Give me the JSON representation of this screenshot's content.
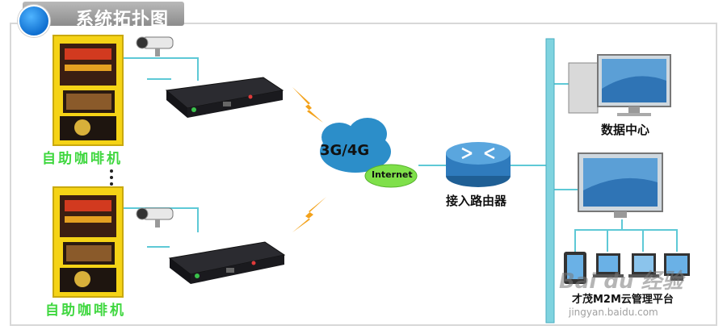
{
  "title": "系统拓扑图",
  "nodes": {
    "vending_top": "自助咖啡机",
    "vending_bottom": "自助咖啡机",
    "cloud_primary": "3G/4G",
    "cloud_secondary": "Internet",
    "router": "接入路由器",
    "data_center": "数据中心",
    "platform": "才茂M2M云管理平台"
  },
  "watermark": {
    "brand": "Bai du 经验",
    "url": "jingyan.baidu.com"
  },
  "colors": {
    "link_line": "#5ec9d6",
    "backbone": "#7fd3df",
    "vm_label": "#3fd73f",
    "lightning": "#f3a21b",
    "cloud": "#2c8ec9",
    "router": "#2f7bbd"
  }
}
